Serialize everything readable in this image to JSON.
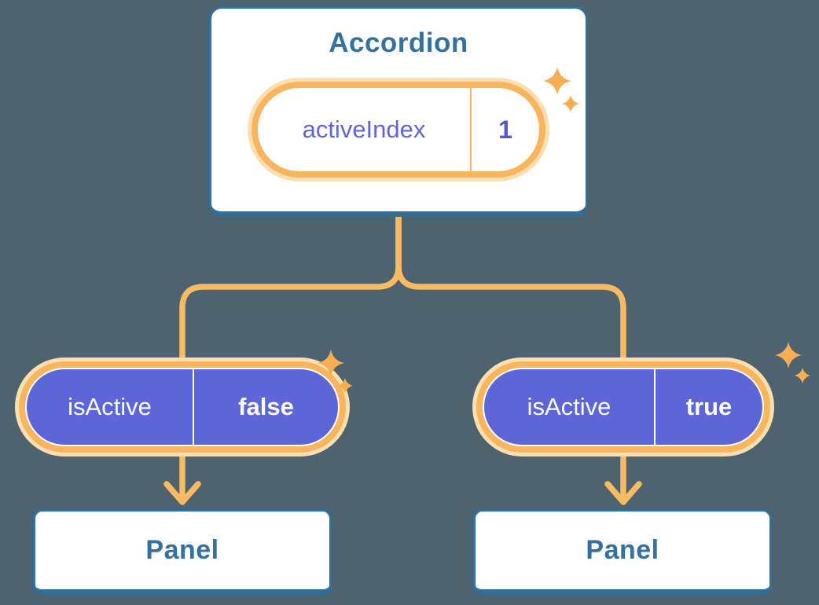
{
  "colors": {
    "background": "#4e6370",
    "card_border_blue": "#2e6f9c",
    "heading_blue": "#35719e",
    "pill_purple": "#5c66d8",
    "state_label_purple": "#6065d9",
    "state_value_purple": "#5257d0",
    "orange_ring": "#f8b55e",
    "orange_halo": "#fcdfb0",
    "connector_orange": "#f8ba62",
    "sparkle_orange": "#f7ad52"
  },
  "accordion_card": {
    "title": "Accordion",
    "state_pill": {
      "label": "activeIndex",
      "value": "1"
    }
  },
  "branches": {
    "left": {
      "prop_pill": {
        "label": "isActive",
        "value": "false"
      },
      "panel": {
        "title": "Panel"
      }
    },
    "right": {
      "prop_pill": {
        "label": "isActive",
        "value": "true"
      },
      "panel": {
        "title": "Panel"
      }
    }
  },
  "icons": {
    "sparkle": "sparkle-icon",
    "arrow": "arrow-down-icon"
  }
}
